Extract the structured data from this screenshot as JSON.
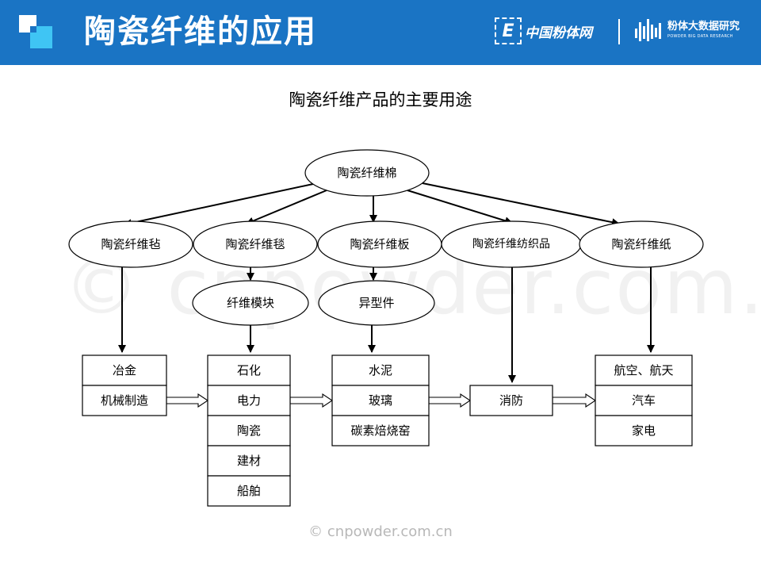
{
  "header": {
    "title": "陶瓷纤维的应用",
    "brand_left": "中国粉体网",
    "brand_left_mark": "E",
    "brand_right_zh": "粉体大数据研究",
    "brand_right_en": "POWDER BIG DATA RESEARCH"
  },
  "diagram": {
    "title": "陶瓷纤维产品的主要用途",
    "root": "陶瓷纤维棉",
    "products": [
      "陶瓷纤维毡",
      "陶瓷纤维毯",
      "陶瓷纤维板",
      "陶瓷纤维纺织品",
      "陶瓷纤维纸"
    ],
    "derived": [
      "纤维模块",
      "异型件"
    ],
    "groups": [
      [
        "冶金",
        "机械制造"
      ],
      [
        "石化",
        "电力",
        "陶瓷",
        "建材",
        "船舶"
      ],
      [
        "水泥",
        "玻璃",
        "碳素焙烧窑"
      ],
      [
        "消防"
      ],
      [
        "航空、航天",
        "汽车",
        "家电"
      ]
    ]
  },
  "watermark": {
    "big": "© cnpowder.com.cn",
    "small": "© cnpowder.com.cn"
  }
}
